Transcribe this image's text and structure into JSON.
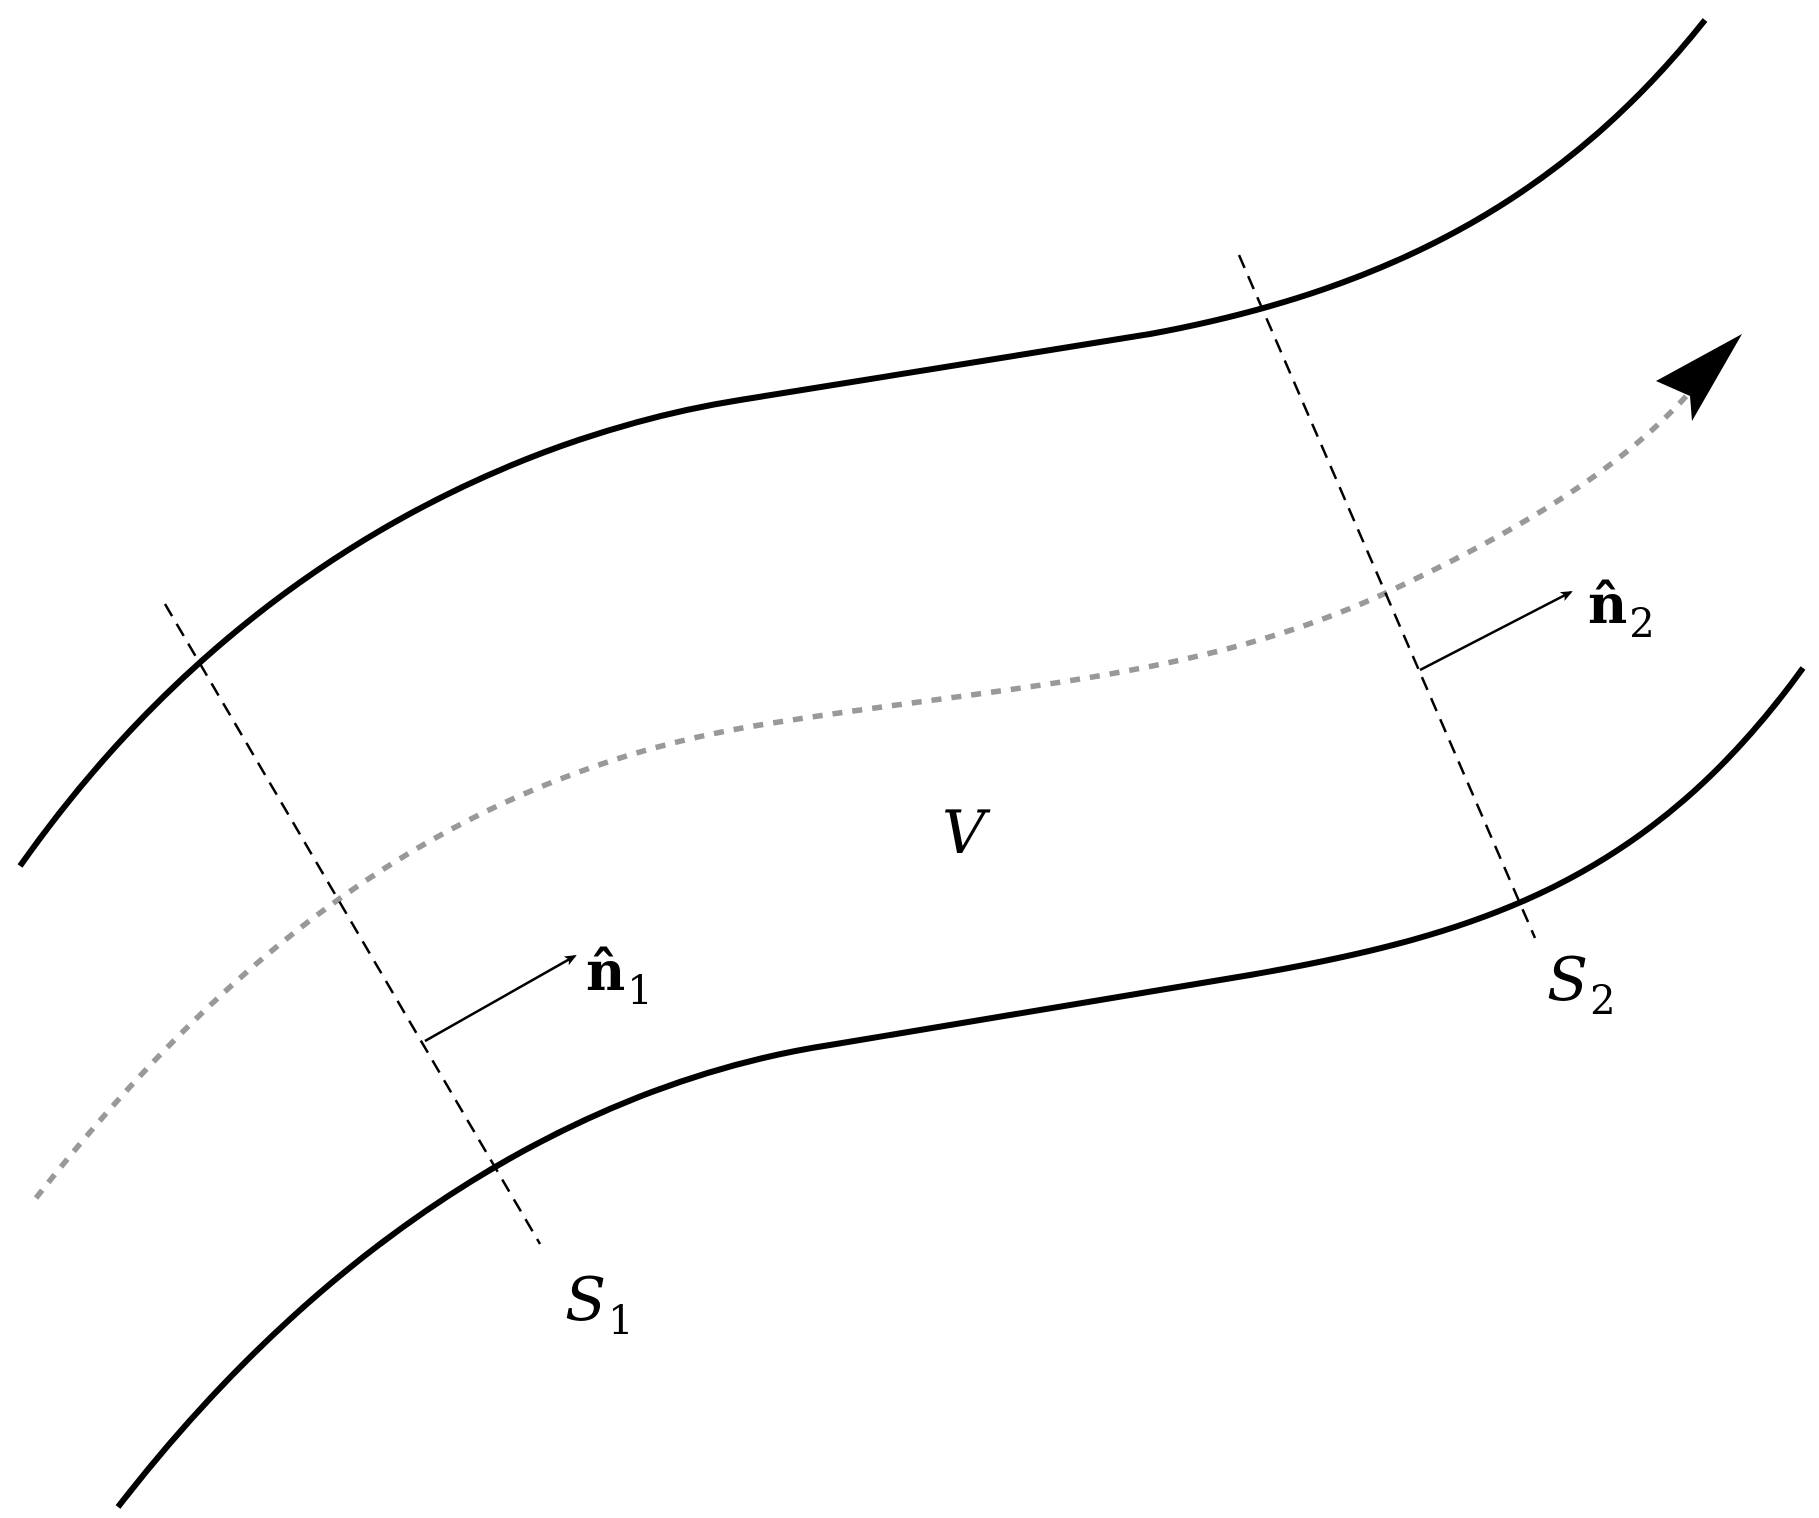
{
  "labels": {
    "volume": "V",
    "surface_1": {
      "symbol": "S",
      "subscript": "1"
    },
    "surface_2": {
      "symbol": "S",
      "subscript": "2"
    },
    "normal_1": {
      "symbol": "n̂",
      "subscript": "1"
    },
    "normal_2": {
      "symbol": "n̂",
      "subscript": "2"
    }
  },
  "colors": {
    "walls": "#000000",
    "flow_streamline": "#999999",
    "background": "#ffffff"
  }
}
